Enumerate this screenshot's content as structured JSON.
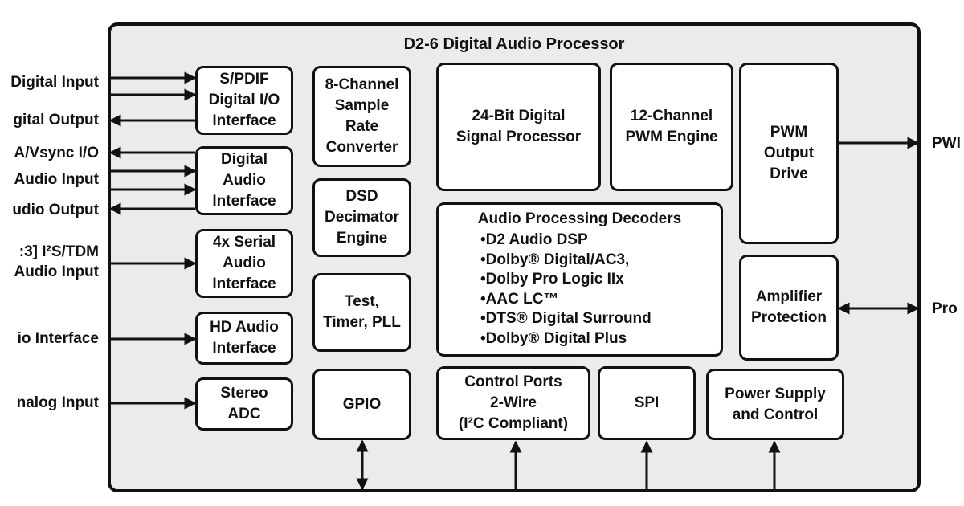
{
  "title": "D2-6 Digital Audio Processor",
  "blocks": {
    "spdif": "S/PDIF\nDigital I/O\nInterface",
    "dai": "Digital\nAudio\nInterface",
    "serial": "4x Serial\nAudio\nInterface",
    "hd": "HD Audio\nInterface",
    "adc": "Stereo\nADC",
    "src": "8-Channel\nSample\nRate\nConverter",
    "dsd": "DSD\nDecimator\nEngine",
    "test": "Test,\nTimer, PLL",
    "gpio": "GPIO",
    "dsp": "24-Bit Digital\nSignal Processor",
    "pwm": "12-Channel\nPWM Engine",
    "pwm_out": "PWM\nOutput\nDrive",
    "amp": "Amplifier\nProtection",
    "ctrl": "Control Ports\n2-Wire\n(I²C Compliant)",
    "spi": "SPI",
    "power": "Power Supply\nand Control"
  },
  "decoders": {
    "heading": "Audio Processing Decoders",
    "items": [
      "•D2 Audio DSP",
      "•Dolby® Digital/AC3,",
      "•Dolby Pro Logic IIx",
      "•AAC LC™",
      "•DTS® Digital Surround",
      "•Dolby® Digital Plus"
    ]
  },
  "signals": {
    "left": [
      "Digital Input",
      "gital Output",
      "A/Vsync I/O",
      "Audio Input",
      "udio Output",
      ":3] I²S/TDM",
      "Audio Input",
      "io Interface",
      "nalog Input"
    ],
    "right": [
      "PWI",
      "Pro"
    ]
  }
}
